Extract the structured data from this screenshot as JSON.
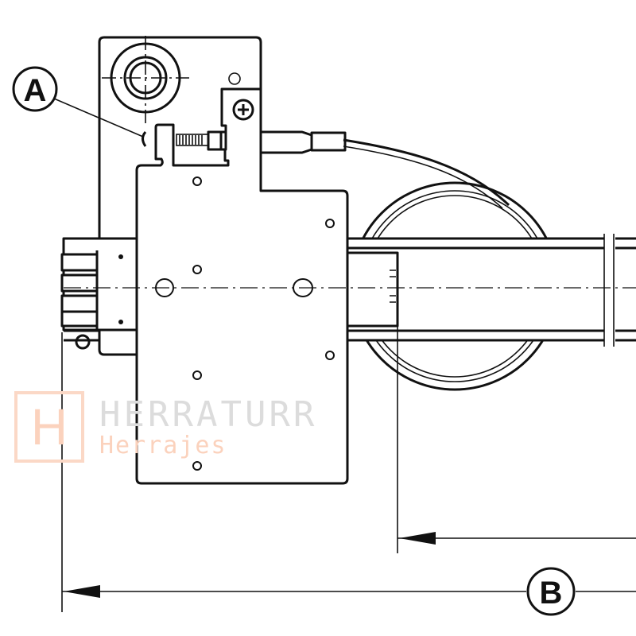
{
  "callouts": {
    "a": "A",
    "b": "B"
  },
  "watermark": {
    "logo_letter": "H",
    "name": "HERRATURR",
    "subtitle": "Herrajes"
  },
  "colors": {
    "line": "#111111",
    "watermark_orange": "#fbd2bd",
    "watermark_gray": "#dcdcdc"
  }
}
